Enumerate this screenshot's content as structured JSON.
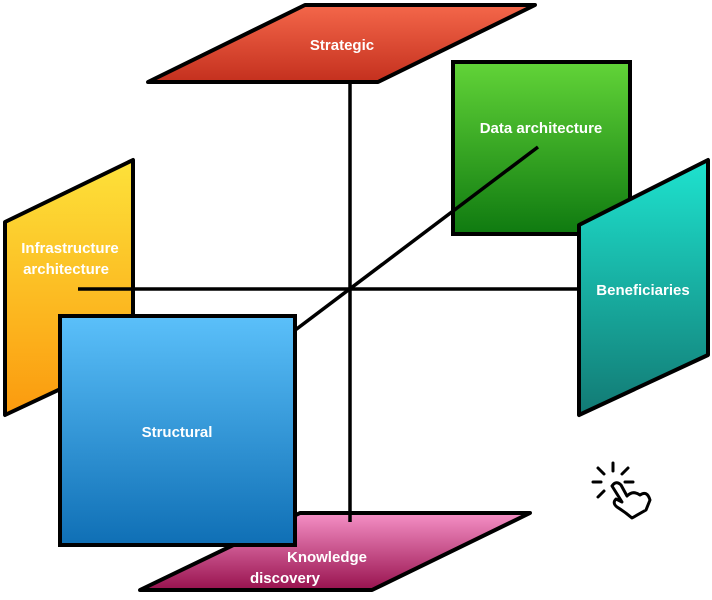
{
  "labels": {
    "strategic": "Strategic",
    "data_architecture": "Data architecture",
    "infrastructure_line1": "Infrastructure",
    "infrastructure_line2": "architecture",
    "beneficiaries": "Beneficiaries",
    "structural": "Structural",
    "knowledge_line1": "Knowledge",
    "knowledge_line2": "discovery"
  },
  "icons": {
    "pointer": "tap-hand-icon"
  },
  "colors": {
    "strategic": [
      "#f4674a",
      "#c4301e"
    ],
    "data_architecture": [
      "#62d438",
      "#0f7a10"
    ],
    "infrastructure": [
      "#fde23a",
      "#fb9a0e"
    ],
    "beneficiaries": [
      "#1ee3cf",
      "#127a74"
    ],
    "structural": [
      "#5bc0fa",
      "#0f6fb5"
    ],
    "knowledge": [
      "#f590c6",
      "#98124e"
    ]
  }
}
